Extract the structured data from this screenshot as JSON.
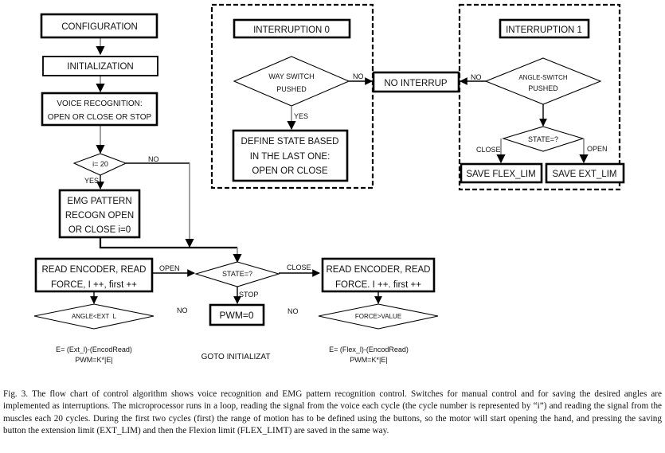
{
  "figure": {
    "main_flow": {
      "configuration": "CONFIGURATION",
      "initialization": "INITIALIZATION",
      "voice_recognition": [
        "VOICE RECOGNITION:",
        "OPEN OR CLOSE OR STOP"
      ],
      "cycle_check": "i= 20",
      "cycle_yes": "YES",
      "cycle_no": "NO",
      "emg_pattern": [
        "EMG PATTERN",
        "RECOGN OPEN",
        "OR CLOSE i=0"
      ],
      "state_decision": "STATE=?",
      "branch_open": "OPEN",
      "branch_close": "CLOSE",
      "branch_stop": "STOP",
      "read_open": [
        "READ ENCODER, READ",
        "FORCE, I ++, first ++"
      ],
      "read_close": [
        "READ ENCODER, READ",
        "FORCE. I ++. first ++"
      ],
      "pwm_zero": "PWM=0",
      "angle_check": "ANGLE<EXT  L",
      "force_check": "FORCE>VALUE",
      "no_left": "NO",
      "no_right": "NO",
      "formula_open": [
        "E= (Ext_l)-(EncodRead)",
        "PWM=K*|E|"
      ],
      "formula_close": [
        "E= (Flex_l)-(EncodRead)",
        "PWM=K*|E|"
      ],
      "goto": "GOTO INITIALIZAT"
    },
    "interruption_0": {
      "title": "INTERRUPTION 0",
      "decision": [
        "WAY SWITCH",
        "PUSHED"
      ],
      "no_label": "NO",
      "yes_label": "YES",
      "action": [
        "DEFINE STATE BASED",
        "IN THE LAST ONE:",
        "OPEN OR CLOSE"
      ]
    },
    "no_interrupt": "NO INTERRUP",
    "interruption_1": {
      "title": "INTERRUPTION 1",
      "decision": [
        "ANGLE-SWITCH",
        "PUSHED"
      ],
      "no_label": "NO",
      "state_decision": "STATE=?",
      "close_label": "CLOSE",
      "open_label": "OPEN",
      "save_flex": "SAVE FLEX_LIM",
      "save_ext": "SAVE EXT_LIM"
    }
  },
  "caption": "Fig. 3.  The flow chart of control algorithm shows voice recognition and EMG pattern recognition control. Switches for manual control and for saving the desired angles are implemented as interruptions. The microprocessor runs in a loop, reading the signal from the voice each cycle (the cycle number is represented by “i”) and reading the signal from the muscles each 20 cycles. During the first two cycles (first) the range of motion has to be defined using the buttons, so the motor will start opening the hand, and pressing the saving button the extension limit (EXT_LIM) and then the Flexion limit (FLEX_LIMT) are saved in the same way."
}
